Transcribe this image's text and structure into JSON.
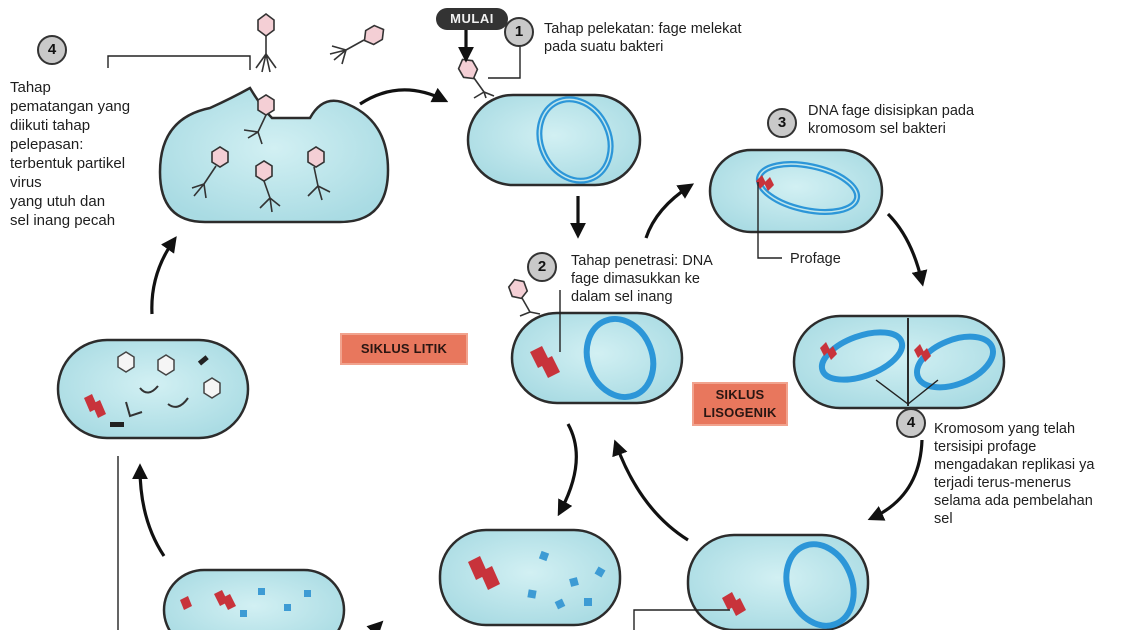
{
  "start_label": "MULAI",
  "steps": {
    "s1": {
      "num": "1",
      "text": [
        "Tahap pelekatan: fage melekat",
        "pada suatu bakteri"
      ]
    },
    "s2": {
      "num": "2",
      "text": [
        "Tahap penetrasi: DNA",
        "fage dimasukkan ke",
        "dalam sel inang"
      ]
    },
    "s3": {
      "num": "3",
      "text": [
        "DNA fage disisipkan pada",
        "kromosom sel bakteri"
      ]
    },
    "s4_lytic": {
      "num": "4",
      "text": [
        "Tahap",
        "pematangan yang",
        "diikuti tahap",
        "pelepasan:",
        "terbentuk partikel",
        "virus",
        "yang utuh dan",
        "sel inang pecah"
      ]
    },
    "s4_lyso": {
      "num": "4",
      "text": [
        "Kromosom yang telah",
        "tersisipi profage",
        "mengadakan replikasi ya",
        "terjadi terus-menerus",
        "selama ada pembelahan",
        "sel"
      ]
    }
  },
  "profage_label": "Profage",
  "cycles": {
    "lytic": "SIKLUS LITIK",
    "lyso_line1": "SIKLUS",
    "lyso_line2": "LISOGENIK"
  },
  "colors": {
    "cell_fill": "#bfe6ec",
    "cell_border": "#2c2c2c",
    "chromosome": "#2c96d8",
    "phage_dna": "#c8333b",
    "capsid": "#e88d9a",
    "badge": "#e8775d"
  }
}
